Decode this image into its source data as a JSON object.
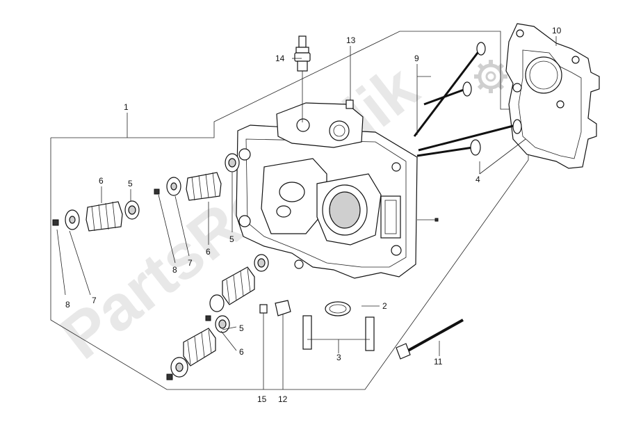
{
  "watermark": {
    "text": "PartsRepublik"
  },
  "callouts": {
    "c1": "1",
    "c2": "2",
    "c3": "3",
    "c4": "4",
    "c5a": "5",
    "c5b": "5",
    "c5c": "5",
    "c6a": "6",
    "c6b": "6",
    "c6c": "6",
    "c7a": "7",
    "c7b": "7",
    "c8a": "8",
    "c8b": "8",
    "c9": "9",
    "c10": "10",
    "c11": "11",
    "c12": "12",
    "c13": "13",
    "c14": "14",
    "c15": "15"
  },
  "colors": {
    "line": "#222222",
    "watermark": "#d6d6d6"
  }
}
